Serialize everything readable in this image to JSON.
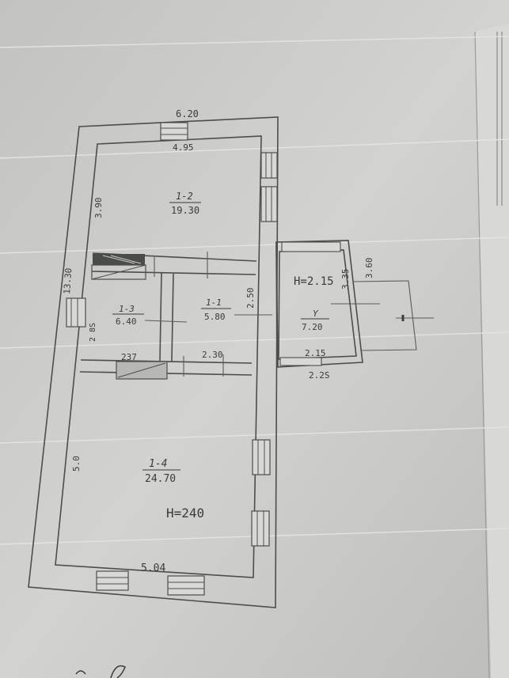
{
  "dimensions": {
    "overall_width": "6.20",
    "room_1_2_inner_width": "4.95",
    "room_1_2_depth": "3.90",
    "overall_length": "13.30",
    "corridor_depth": "2.50",
    "annex_width_top": "3.35",
    "annex_width_outer": "3.60",
    "annex_depth_inner": "2.15",
    "annex_depth_outer": "2.2S",
    "room_1_3_depth": "2 8S",
    "partition_1_3": "237",
    "partition_1_1": "2.30",
    "room_1_4_depth": "5.0",
    "room_1_4_width": "5.04"
  },
  "rooms": [
    {
      "id": "room-1-2",
      "label": "1-2",
      "area": "19.30"
    },
    {
      "id": "room-1-3",
      "label": "1-3",
      "area": "6.40"
    },
    {
      "id": "room-1-1",
      "label": "1-1",
      "area": "5.80"
    },
    {
      "id": "room-annex",
      "label": "Y",
      "area": "7.20"
    },
    {
      "id": "room-1-4",
      "label": "1-4",
      "area": "24.70"
    }
  ],
  "heights": {
    "annex": "H=2.15",
    "main": "H=240"
  }
}
